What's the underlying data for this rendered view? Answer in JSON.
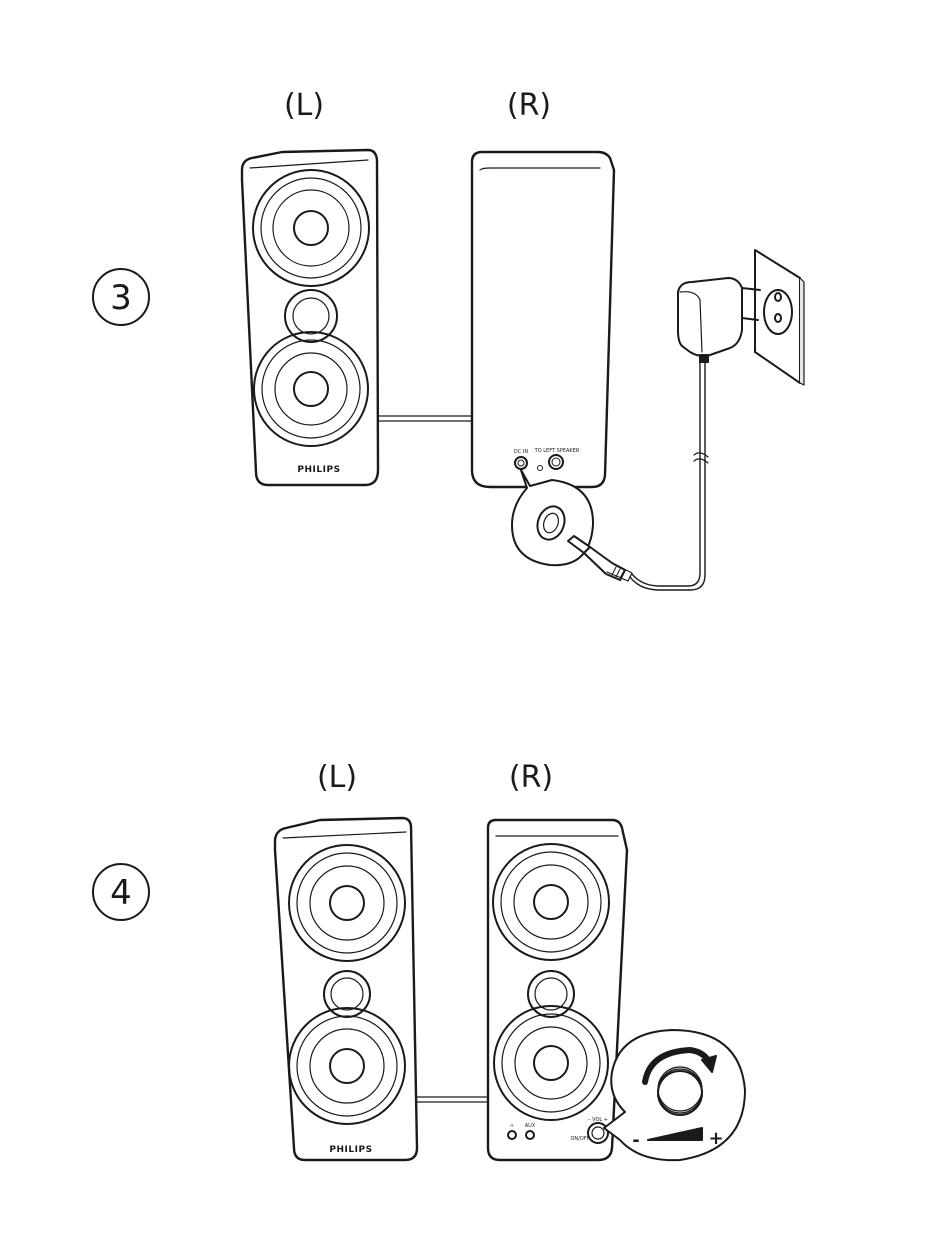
{
  "steps": [
    {
      "number": "3",
      "left_label": "(L)",
      "right_label": "(R)",
      "brand": "PHILIPS",
      "rear_panel": {
        "dc_in_label": "DC IN",
        "to_left_speaker_label": "TO LEFT SPEAKER"
      },
      "callout": "dc-plug-insertion"
    },
    {
      "number": "4",
      "left_label": "(L)",
      "right_label": "(R)",
      "brand": "PHILIPS",
      "front_panel": {
        "headphone_label": "∩",
        "aux_label": "AUX",
        "onoff_label": "ON/OFF",
        "vol_label": "– VOL +"
      },
      "callout": {
        "minus": "-",
        "plus": "+"
      }
    }
  ],
  "colors": {
    "line": "#1a1a1a",
    "background": "#ffffff",
    "wall_shade": "#e6e6e6"
  }
}
